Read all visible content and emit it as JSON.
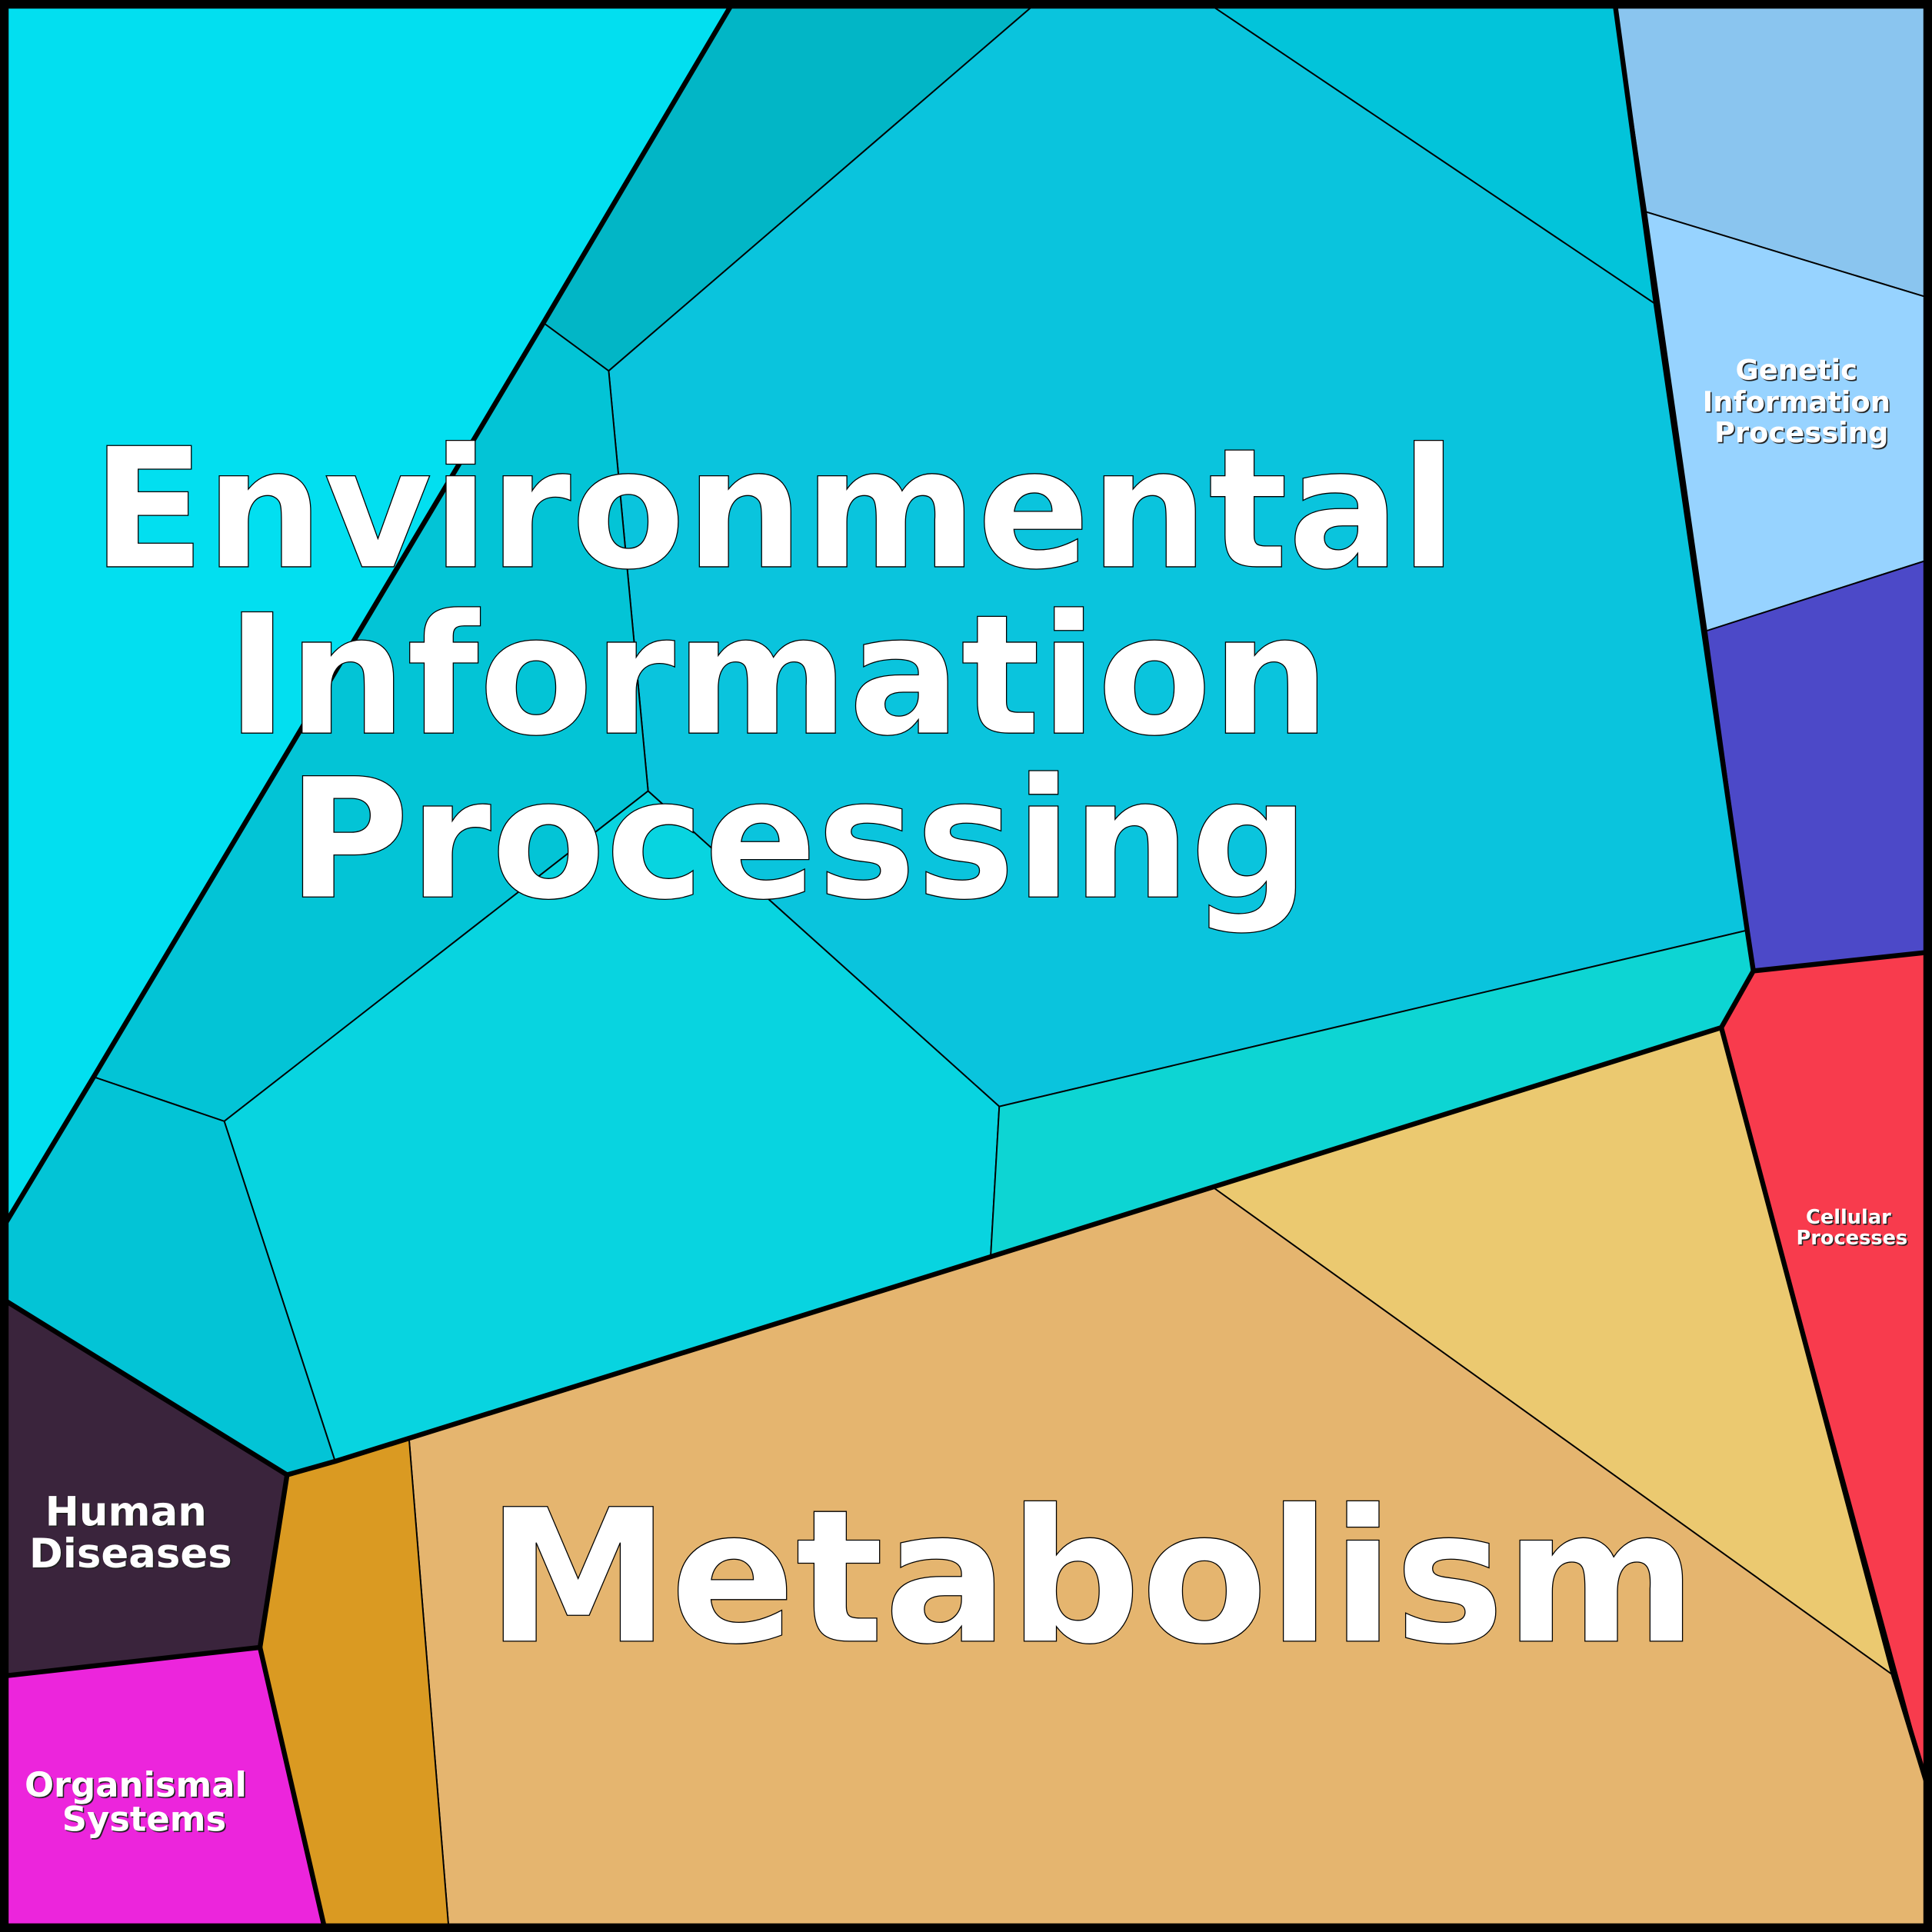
{
  "title": "Voronoi treemap of functional categories",
  "groups": [
    {
      "name": "Environmental Information Processing",
      "lines": [
        "Environmental",
        "Information",
        "Processing"
      ],
      "color": "#0AC4DD"
    },
    {
      "name": "Genetic Information Processing",
      "lines": [
        "Genetic",
        "Information",
        "Processing"
      ],
      "color": "#97D3FF"
    },
    {
      "name": "Cellular Processes",
      "lines": [
        "Cellular",
        "Processes"
      ],
      "color": "#F83B4D"
    },
    {
      "name": "Metabolism",
      "lines": [
        "Metabolism"
      ],
      "color": "#E5B56F"
    },
    {
      "name": "Human Diseases",
      "lines": [
        "Human",
        "Diseases"
      ],
      "color": "#3A243C"
    },
    {
      "name": "Organismal Systems",
      "lines": [
        "Organismal",
        "Systems"
      ],
      "color": "#EC25DC"
    }
  ]
}
